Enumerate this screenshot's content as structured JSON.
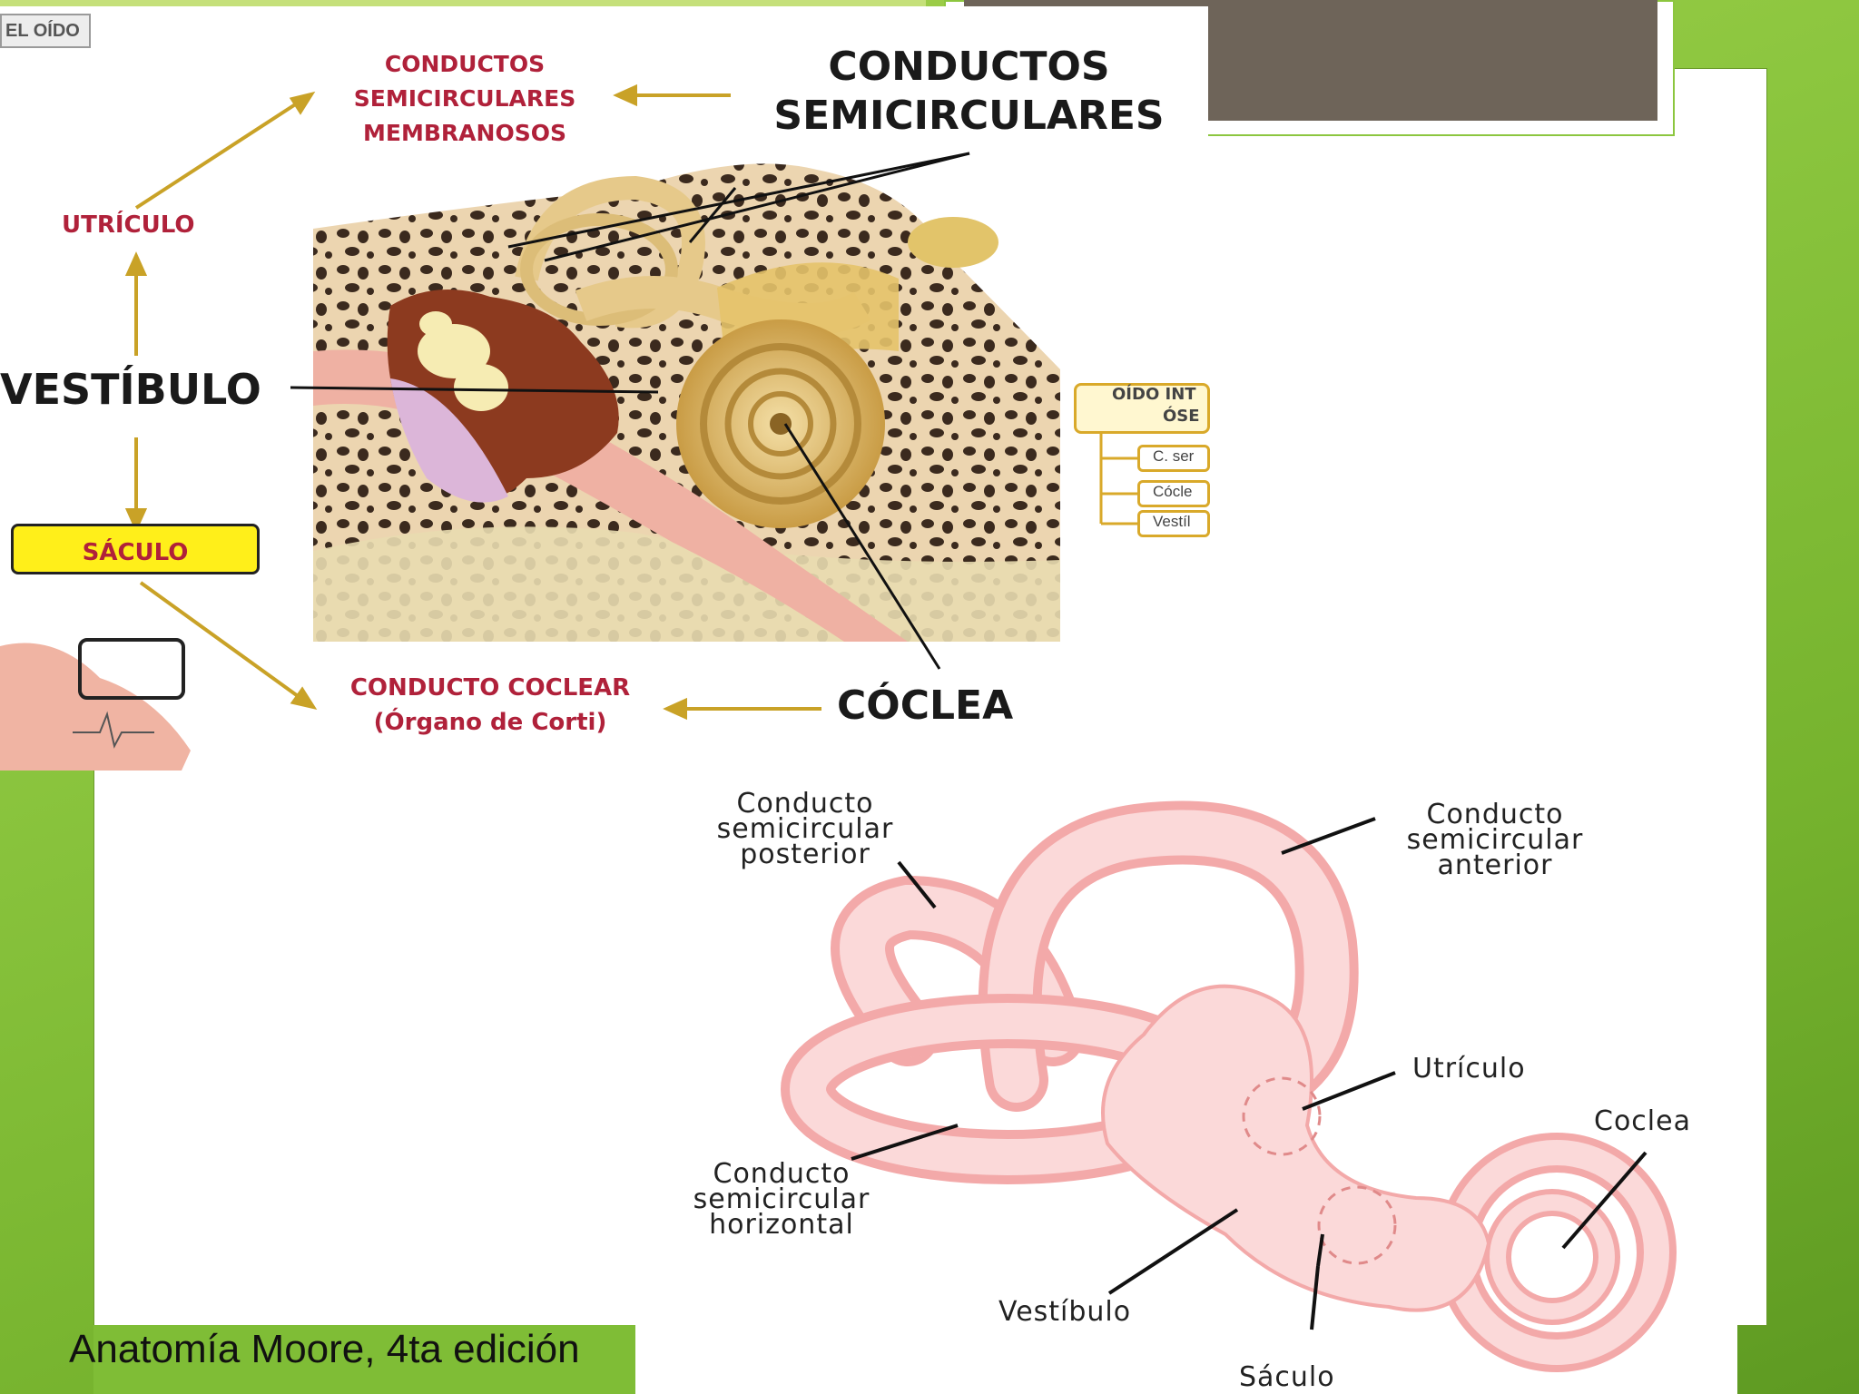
{
  "slide": {
    "caption": "Anatomía Moore, 4ta edición"
  },
  "top_diagram": {
    "tab_label": "EL OÍDO",
    "membranous_labels": {
      "conductos_semicirculares_membranosos": [
        "CONDUCTOS",
        "SEMICIRCULARES",
        "MEMBRANOSOS"
      ],
      "utriculo": "UTRÍCULO",
      "saculo": "SÁCULO",
      "conducto_coclear": [
        "CONDUCTO COCLEAR",
        "(Órgano de Corti)"
      ]
    },
    "bony_labels": {
      "conductos_semicirculares": [
        "CONDUCTOS",
        "SEMICIRCULARES"
      ],
      "vestibulo": "VESTÍBULO",
      "coclea": "CÓCLEA"
    },
    "side_box": {
      "title": [
        "OÍDO INT",
        "ÓSE"
      ],
      "items": [
        "C. ser",
        "Cócle",
        "Vestíl"
      ]
    }
  },
  "bottom_diagram": {
    "labels": {
      "posterior": [
        "Conducto",
        "semicircular",
        "posterior"
      ],
      "anterior": [
        "Conducto",
        "semicircular",
        "anterior"
      ],
      "horizontal": [
        "Conducto",
        "semicircular",
        "horizontal"
      ],
      "utriculo": "Utrículo",
      "coclea": "Coclea",
      "vestibulo": "Vestíbulo",
      "saculo": "Sáculo"
    }
  },
  "colors": {
    "slide_green": "#8cc63f",
    "title_brown": "#6e6459",
    "red_label": "#b0213a",
    "arrow_gold": "#c9a227",
    "membrane_pink": "#f7c7c7"
  }
}
